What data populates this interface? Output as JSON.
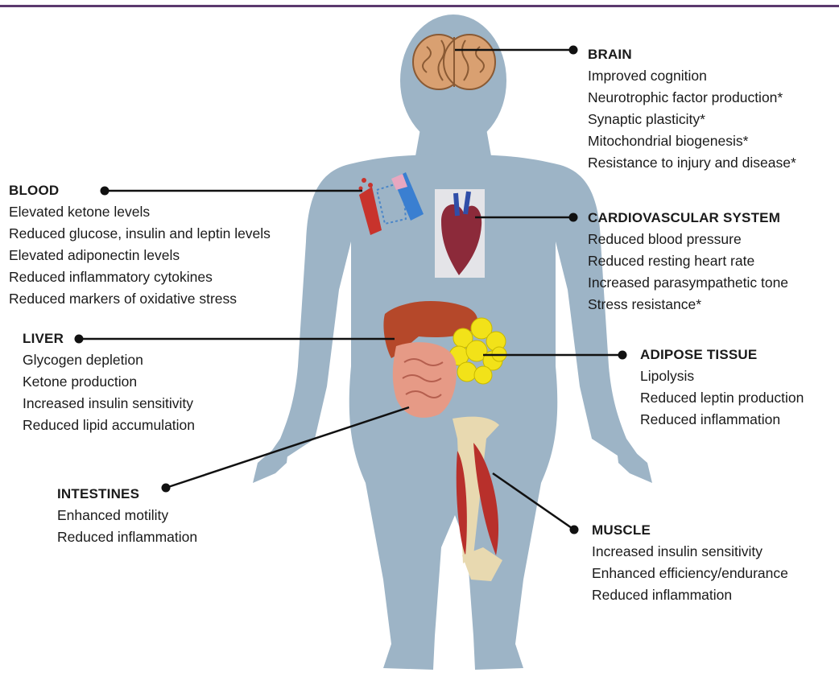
{
  "colors": {
    "header_bar": "#5b3a6e",
    "body_silhouette": "#9db4c6",
    "connector": "#111111",
    "liver": "#b5482a",
    "adipose": "#f2e219",
    "intestines": "#e69a86",
    "muscle": "#b8302b",
    "bone": "#e8d9b0",
    "brain": "#d9a071",
    "heart": "#8c2a3a"
  },
  "organs": {
    "brain": {
      "title": "BRAIN",
      "items": [
        "Improved cognition",
        "Neurotrophic factor production*",
        "Synaptic plasticity*",
        "Mitochondrial biogenesis*",
        "Resistance to injury and disease*"
      ]
    },
    "blood": {
      "title": "BLOOD",
      "items": [
        "Elevated ketone levels",
        "Reduced glucose, insulin and leptin levels",
        "Elevated adiponectin levels",
        "Reduced inflammatory cytokines",
        "Reduced markers of oxidative stress"
      ]
    },
    "cardiovascular": {
      "title": "CARDIOVASCULAR SYSTEM",
      "items": [
        "Reduced blood pressure",
        "Reduced resting heart rate",
        "Increased parasympathetic tone",
        "Stress resistance*"
      ]
    },
    "liver": {
      "title": "LIVER",
      "items": [
        "Glycogen depletion",
        "Ketone production",
        "Increased insulin sensitivity",
        "Reduced lipid accumulation"
      ]
    },
    "adipose": {
      "title": "ADIPOSE TISSUE",
      "items": [
        "Lipolysis",
        "Reduced leptin production",
        "Reduced inflammation"
      ]
    },
    "intestines": {
      "title": "INTESTINES",
      "items": [
        "Enhanced motility",
        "Reduced inflammation"
      ]
    },
    "muscle": {
      "title": "MUSCLE",
      "items": [
        "Increased insulin sensitivity",
        "Enhanced efficiency/endurance",
        "Reduced inflammation"
      ]
    }
  },
  "icons": [
    "brain-icon",
    "blood-vessel-icon",
    "heart-icon",
    "liver-icon",
    "adipose-icon",
    "intestines-icon",
    "muscle-icon"
  ]
}
